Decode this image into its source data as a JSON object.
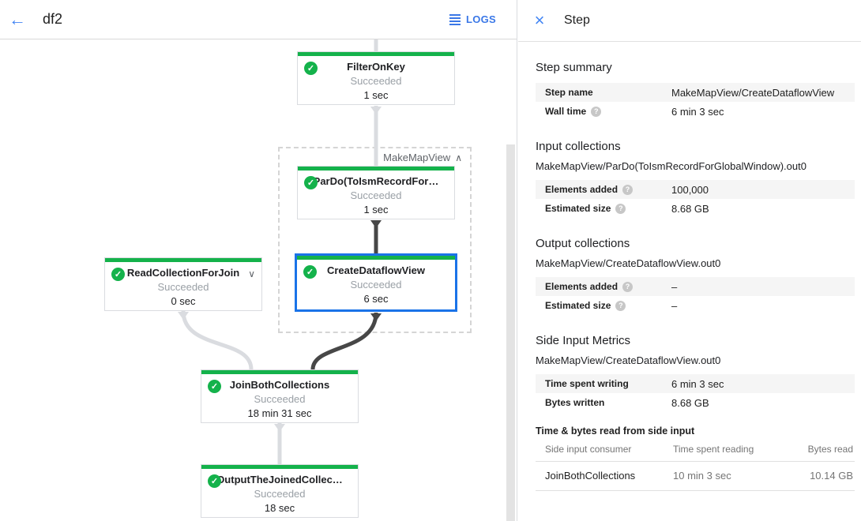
{
  "topbar": {
    "title": "df2",
    "logs_label": "LOGS"
  },
  "icons": {
    "back": "←",
    "close": "×",
    "check": "✓",
    "help": "?",
    "chevron_up": "∧",
    "chevron_down": "∨"
  },
  "panel": {
    "title": "Step",
    "step_summary": {
      "heading": "Step summary",
      "rows": [
        {
          "label": "Step name",
          "value": "MakeMapView/CreateDataflowView"
        },
        {
          "label": "Wall time",
          "value": "6 min 3 sec"
        }
      ]
    },
    "input_collections": {
      "heading": "Input collections",
      "subheading": "MakeMapView/ParDo(ToIsmRecordForGlobalWindow).out0",
      "rows": [
        {
          "label": "Elements added",
          "value": "100,000"
        },
        {
          "label": "Estimated size",
          "value": "8.68 GB"
        }
      ]
    },
    "output_collections": {
      "heading": "Output collections",
      "subheading": "MakeMapView/CreateDataflowView.out0",
      "rows": [
        {
          "label": "Elements added",
          "value": "–"
        },
        {
          "label": "Estimated size",
          "value": "–"
        }
      ]
    },
    "side_input_metrics": {
      "heading": "Side Input Metrics",
      "subheading": "MakeMapView/CreateDataflowView.out0",
      "rows": [
        {
          "label": "Time spent writing",
          "value": "6 min 3 sec"
        },
        {
          "label": "Bytes written",
          "value": "8.68 GB"
        }
      ]
    },
    "side_input_table": {
      "heading": "Time & bytes read from side input",
      "columns": [
        "Side input consumer",
        "Time spent reading",
        "Bytes read"
      ],
      "rows": [
        {
          "consumer": "JoinBothCollections",
          "time": "10 min 3 sec",
          "bytes": "10.14 GB"
        }
      ]
    }
  },
  "graph": {
    "group_label": "MakeMapView",
    "nodes": {
      "filter": {
        "title": "FilterOnKey",
        "status": "Succeeded",
        "duration": "1 sec"
      },
      "pardo": {
        "title": "ParDo(ToIsmRecordFor…",
        "status": "Succeeded",
        "duration": "1 sec"
      },
      "create": {
        "title": "CreateDataflowView",
        "status": "Succeeded",
        "duration": "6 sec"
      },
      "read": {
        "title": "ReadCollectionForJoin",
        "status": "Succeeded",
        "duration": "0 sec"
      },
      "join": {
        "title": "JoinBothCollections",
        "status": "Succeeded",
        "duration": "18 min 31 sec"
      },
      "output": {
        "title": "OutputTheJoinedCollec…",
        "status": "Succeeded",
        "duration": "18 sec"
      }
    }
  },
  "colors": {
    "green": "#14b24b",
    "selection_blue": "#1a73e8",
    "light_edge": "#dadce0",
    "dark_edge": "#474747"
  }
}
